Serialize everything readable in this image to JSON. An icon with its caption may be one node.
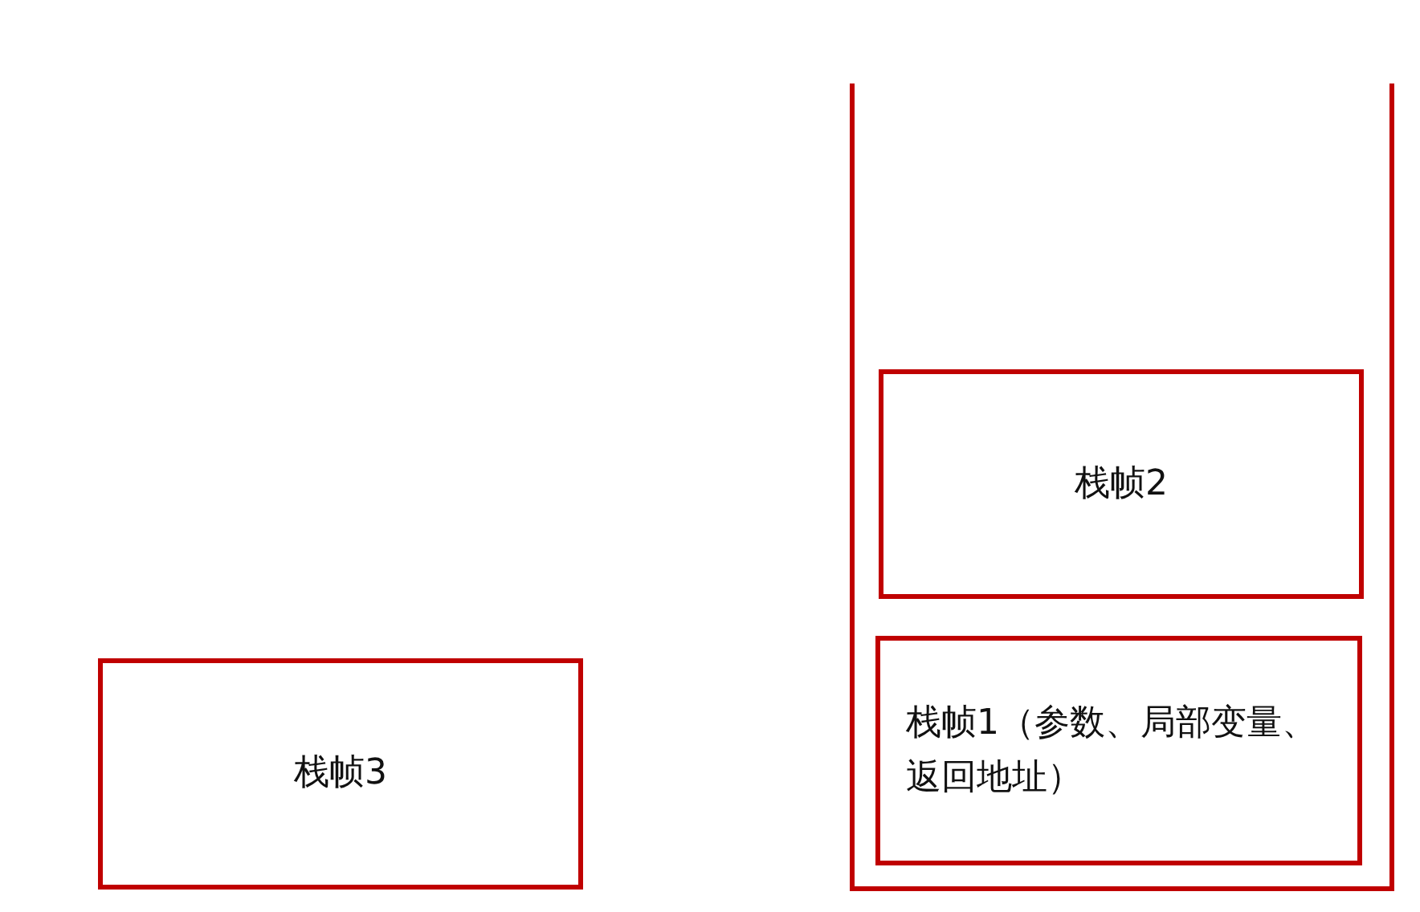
{
  "diagram": {
    "nodes": [
      {
        "text": [],
        "shape": "box"
      },
      {
        "text": [
          "栈帧2"
        ],
        "in": 0
      },
      {
        "text": [
          "栈帧1（参数、局部变量、返回地址）"
        ],
        "in": 0
      },
      {
        "text": [
          "栈帧3"
        ]
      }
    ]
  }
}
